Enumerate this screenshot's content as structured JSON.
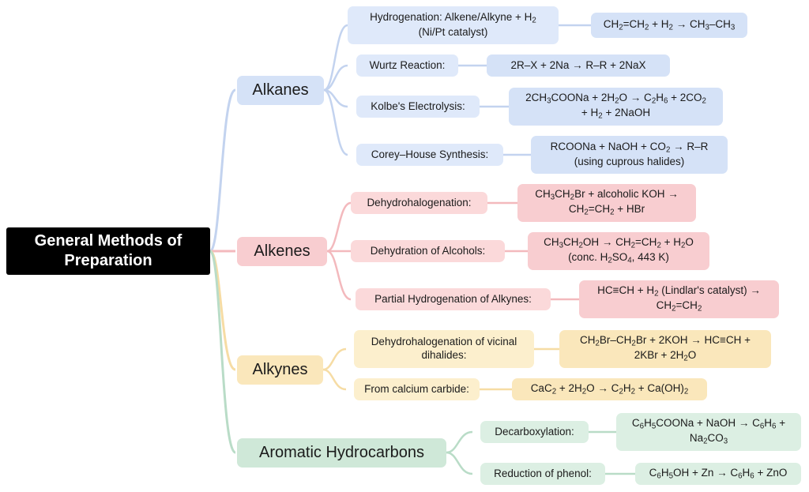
{
  "root": {
    "line1": "General Methods of",
    "line2": "Preparation"
  },
  "colors": {
    "root_bg": "#000000",
    "root_text": "#ffffff",
    "alkanes": "#d5e2f7",
    "alkenes": "#f8cdd0",
    "alkynes": "#fae7bb",
    "aromatic": "#cfe8d8",
    "alkanes_light": "#dfe9fa",
    "alkenes_light": "#fbd9da",
    "alkynes_light": "#fcefcd",
    "aromatic_light": "#dcefe3"
  },
  "branches": [
    {
      "label": "Alkanes",
      "methods": [
        {
          "name_l1": "Hydrogenation: Alkene/Alkyne + H<sub>2</sub>",
          "name_l2": "(Ni/Pt catalyst)",
          "eq_l1": "CH<sub>2</sub>=CH<sub>2</sub> + H<sub>2</sub> → CH<sub>3</sub>–CH<sub>3</sub>",
          "eq_l2": ""
        },
        {
          "name_l1": "Wurtz Reaction:",
          "name_l2": "",
          "eq_l1": "2R–X + 2Na → R–R + 2NaX",
          "eq_l2": ""
        },
        {
          "name_l1": "Kolbe's Electrolysis:",
          "name_l2": "",
          "eq_l1": "2CH<sub>3</sub>COONa + 2H<sub>2</sub>O → C<sub>2</sub>H<sub>6</sub> + 2CO<sub>2</sub>",
          "eq_l2": "+ H<sub>2</sub> + 2NaOH"
        },
        {
          "name_l1": "Corey–House Synthesis:",
          "name_l2": "",
          "eq_l1": "RCOONa + NaOH + CO<sub>2</sub> → R–R",
          "eq_l2": "(using cuprous halides)"
        }
      ]
    },
    {
      "label": "Alkenes",
      "methods": [
        {
          "name_l1": "Dehydrohalogenation:",
          "name_l2": "",
          "eq_l1": "CH<sub>3</sub>CH<sub>2</sub>Br + alcoholic KOH →",
          "eq_l2": "CH<sub>2</sub>=CH<sub>2</sub> + HBr"
        },
        {
          "name_l1": "Dehydration of Alcohols:",
          "name_l2": "",
          "eq_l1": "CH<sub>3</sub>CH<sub>2</sub>OH → CH<sub>2</sub>=CH<sub>2</sub> + H<sub>2</sub>O",
          "eq_l2": "(conc. H<sub>2</sub>SO<sub>4</sub>, 443 K)"
        },
        {
          "name_l1": "Partial Hydrogenation of Alkynes:",
          "name_l2": "",
          "eq_l1": "HC≡CH + H<sub>2</sub> (Lindlar's catalyst) →",
          "eq_l2": "CH<sub>2</sub>=CH<sub>2</sub>"
        }
      ]
    },
    {
      "label": "Alkynes",
      "methods": [
        {
          "name_l1": "Dehydrohalogenation of vicinal",
          "name_l2": "dihalides:",
          "eq_l1": "CH<sub>2</sub>Br–CH<sub>2</sub>Br + 2KOH → HC≡CH +",
          "eq_l2": "2KBr + 2H<sub>2</sub>O"
        },
        {
          "name_l1": "From calcium carbide:",
          "name_l2": "",
          "eq_l1": "CaC<sub>2</sub> + 2H<sub>2</sub>O → C<sub>2</sub>H<sub>2</sub> + Ca(OH)<sub>2</sub>",
          "eq_l2": ""
        }
      ]
    },
    {
      "label": "Aromatic Hydrocarbons",
      "methods": [
        {
          "name_l1": "Decarboxylation:",
          "name_l2": "",
          "eq_l1": "C<sub>6</sub>H<sub>5</sub>COONa + NaOH → C<sub>6</sub>H<sub>6</sub> +",
          "eq_l2": "Na<sub>2</sub>CO<sub>3</sub>"
        },
        {
          "name_l1": "Reduction of phenol:",
          "name_l2": "",
          "eq_l1": "C<sub>6</sub>H<sub>5</sub>OH + Zn → C<sub>6</sub>H<sub>6</sub> + ZnO",
          "eq_l2": ""
        }
      ]
    }
  ]
}
